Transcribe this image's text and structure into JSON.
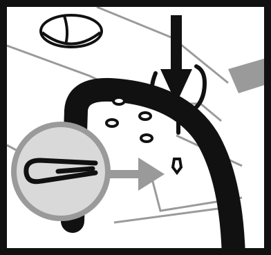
{
  "illustration": {
    "kind": "instruction-pictogram",
    "palette": {
      "ink": "#111111",
      "background": "#ffffff",
      "callout_fill": "#d9d9d9",
      "arrow_gray": "#9a9a9a",
      "line_gray": "#8a8a8a"
    },
    "elements": [
      {
        "id": "frame",
        "icon": "square-frame"
      },
      {
        "id": "cap",
        "icon": "round-cap"
      },
      {
        "id": "hose",
        "icon": "thick-hose"
      },
      {
        "id": "pins",
        "icon": "mounting-pins",
        "count": 4
      },
      {
        "id": "clip",
        "icon": "spring-clip"
      },
      {
        "id": "push_direction",
        "icon": "down-arrow"
      },
      {
        "id": "callout",
        "icon": "magnified-callout-circle",
        "contents": "hair-pin-clip-icon"
      },
      {
        "id": "callout_pointer",
        "icon": "right-arrow"
      }
    ]
  }
}
